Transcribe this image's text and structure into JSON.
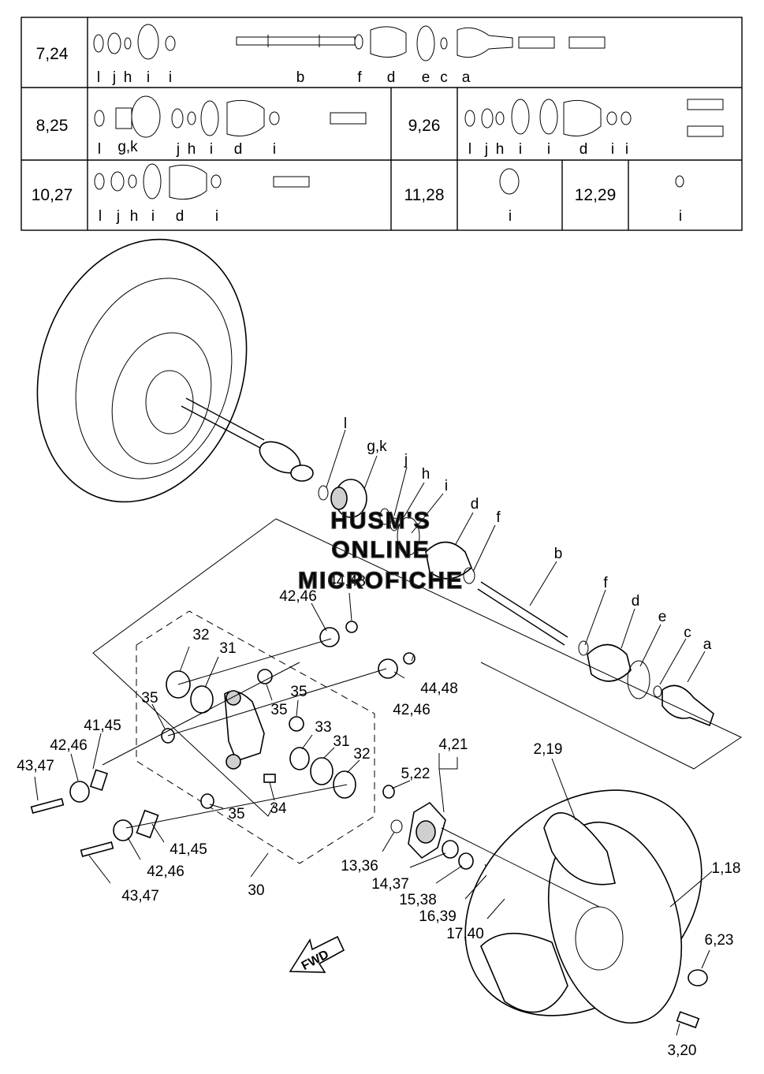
{
  "table": {
    "rows": [
      {
        "ref": "7,24",
        "letters": [
          "l",
          "j",
          "h",
          "i",
          "i",
          "b",
          "f",
          "d",
          "e",
          "c",
          "a"
        ]
      },
      {
        "ref": "8,25",
        "letters": [
          "l",
          "g,k",
          "j",
          "h",
          "i",
          "d",
          "i"
        ]
      },
      {
        "ref": "9,26",
        "letters": [
          "l",
          "j",
          "h",
          "i",
          "i",
          "d",
          "i",
          "i"
        ]
      },
      {
        "ref": "10,27",
        "letters": [
          "l",
          "j",
          "h",
          "i",
          "d",
          "i"
        ]
      },
      {
        "ref": "11,28",
        "letters": [
          "i"
        ]
      },
      {
        "ref": "12,29",
        "letters": [
          "i"
        ]
      }
    ]
  },
  "callouts": {
    "l": "l",
    "gk": "g,k",
    "j": "j",
    "h": "h",
    "i": "i",
    "d1": "d",
    "f1": "f",
    "b": "b",
    "f2": "f",
    "d2": "d",
    "e": "e",
    "c": "c",
    "a": "a",
    "c42_46_top": "42,46",
    "c44_48_top": "44,48",
    "c32_top": "32",
    "c31_top": "31",
    "c35_left": "35",
    "c35_mid": "35",
    "c41_45_top": "41,45",
    "c42_46_left": "42,46",
    "c43_47_top": "43,47",
    "c33": "33",
    "c31_mid": "31",
    "c32_mid": "32",
    "c44_48_right": "44,48",
    "c42_46_right": "42,46",
    "c34": "34",
    "c35_low": "35",
    "c41_45_low": "41,45",
    "c42_46_low": "42,46",
    "c43_47_low": "43,47",
    "c30": "30",
    "c4_21": "4,21",
    "c5_22": "5,22",
    "c13_36": "13,36",
    "c14_37": "14,37",
    "c15_38": "15,38",
    "c16_39": "16,39",
    "c17_40": "17,40",
    "c2_19": "2,19",
    "c1_18": "1,18",
    "c6_23": "6,23",
    "c3_20": "3,20"
  },
  "watermark": [
    "HUSM'S",
    "ONLINE",
    "MICROFICHE"
  ],
  "fwd_label": "FWD"
}
